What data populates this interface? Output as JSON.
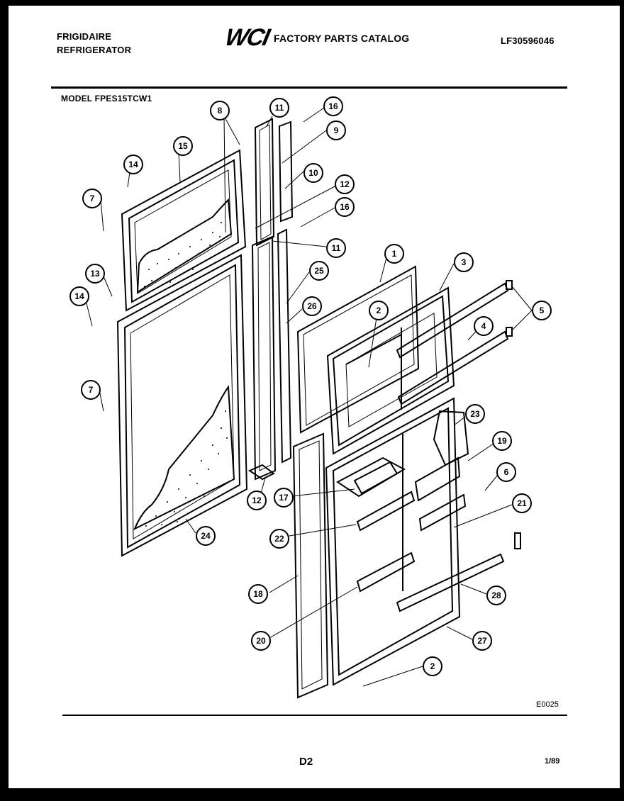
{
  "header": {
    "brand": "FRIGIDAIRE",
    "product": "REFRIGERATOR",
    "logo_text": "WCI",
    "catalog_title": "FACTORY PARTS CATALOG",
    "catalog_number": "LF30596046",
    "model_label": "MODEL FPES15TCW1"
  },
  "diagram": {
    "callouts": [
      {
        "id": "c8",
        "label": "8"
      },
      {
        "id": "c11a",
        "label": "11"
      },
      {
        "id": "c16a",
        "label": "16"
      },
      {
        "id": "c15",
        "label": "15"
      },
      {
        "id": "c9",
        "label": "9"
      },
      {
        "id": "c14a",
        "label": "14"
      },
      {
        "id": "c10",
        "label": "10"
      },
      {
        "id": "c7a",
        "label": "7"
      },
      {
        "id": "c12a",
        "label": "12"
      },
      {
        "id": "c16b",
        "label": "16"
      },
      {
        "id": "c11b",
        "label": "11"
      },
      {
        "id": "c13",
        "label": "13"
      },
      {
        "id": "c1",
        "label": "1"
      },
      {
        "id": "c3",
        "label": "3"
      },
      {
        "id": "c25",
        "label": "25"
      },
      {
        "id": "c14b",
        "label": "14"
      },
      {
        "id": "c26",
        "label": "26"
      },
      {
        "id": "c2a",
        "label": "2"
      },
      {
        "id": "c5",
        "label": "5"
      },
      {
        "id": "c4",
        "label": "4"
      },
      {
        "id": "c7b",
        "label": "7"
      },
      {
        "id": "c23",
        "label": "23"
      },
      {
        "id": "c19",
        "label": "19"
      },
      {
        "id": "c6",
        "label": "6"
      },
      {
        "id": "c12b",
        "label": "12"
      },
      {
        "id": "c17",
        "label": "17"
      },
      {
        "id": "c21",
        "label": "21"
      },
      {
        "id": "c24",
        "label": "24"
      },
      {
        "id": "c22",
        "label": "22"
      },
      {
        "id": "c18",
        "label": "18"
      },
      {
        "id": "c28",
        "label": "28"
      },
      {
        "id": "c20",
        "label": "20"
      },
      {
        "id": "c27",
        "label": "27"
      },
      {
        "id": "c2b",
        "label": "2"
      }
    ],
    "diagram_code": "E0025"
  },
  "footer": {
    "page_code": "D2",
    "date": "1/89"
  }
}
